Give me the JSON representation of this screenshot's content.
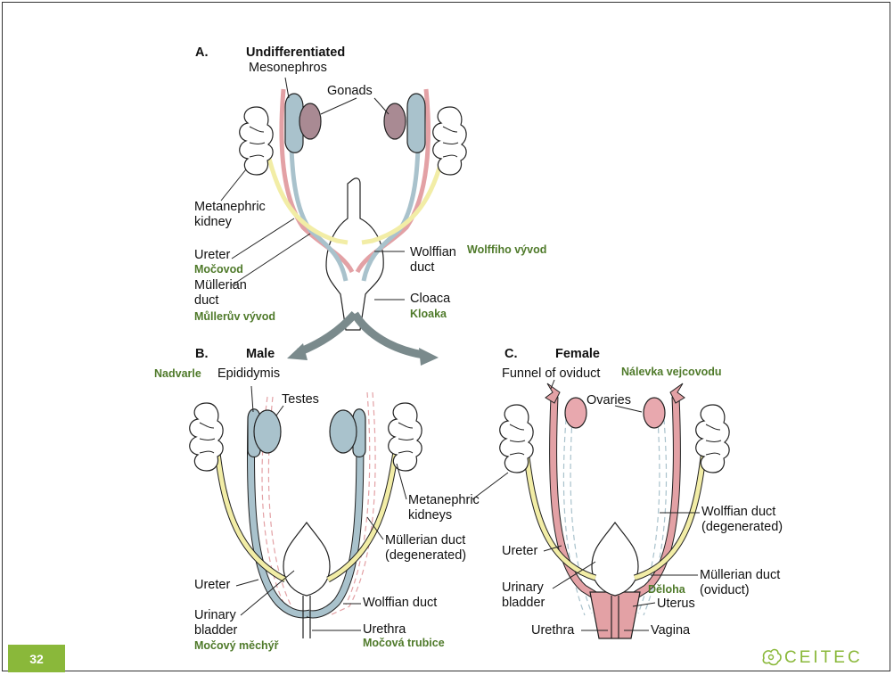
{
  "colors": {
    "wolffian": "#a9c2cc",
    "mullerian": "#e3a1a5",
    "ureter": "#f2eda6",
    "gonad": "#a98a93",
    "ovary": "#e8a8ae",
    "czech_text": "#4f7a2a",
    "accent": "#8ab83a"
  },
  "panelA": {
    "letter": "A.",
    "title": "Undifferentiated",
    "mesonephros": "Mesonephros",
    "gonads": "Gonads",
    "metanephric_1": "Metanephric",
    "metanephric_2": "kidney",
    "ureter": "Ureter",
    "ureter_cz": "Močovod",
    "mullerian_1": "Müllerian",
    "mullerian_2": "duct",
    "mullerian_cz": "Můllerův vývod",
    "wolffian_1": "Wolffian",
    "wolffian_2": "duct",
    "wolffian_cz": "Wolffiho vývod",
    "cloaca": "Cloaca",
    "cloaca_cz": "Kloaka"
  },
  "panelB": {
    "letter": "B.",
    "title": "Male",
    "epididymis": "Epididymis",
    "epididymis_cz": "Nadvarle",
    "testes": "Testes",
    "metanephric_1": "Metanephric",
    "metanephric_2": "kidneys",
    "mullerian_1": "Müllerian duct",
    "mullerian_2": "(degenerated)",
    "ureter": "Ureter",
    "bladder_1": "Urinary",
    "bladder_2": "bladder",
    "bladder_cz": "Močový měchýř",
    "wolffian": "Wolffian duct",
    "urethra": "Urethra",
    "urethra_cz": "Močová trubice"
  },
  "panelC": {
    "letter": "C.",
    "title": "Female",
    "funnel": "Funnel of oviduct",
    "funnel_cz": "Nálevka vejcovodu",
    "ovaries": "Ovaries",
    "wolffian_1": "Wolffian duct",
    "wolffian_2": "(degenerated)",
    "ureter": "Ureter",
    "bladder_1": "Urinary",
    "bladder_2": "bladder",
    "mullerian_1": "Müllerian duct",
    "mullerian_2": "(oviduct)",
    "uterus": "Uterus",
    "uterus_cz": "Děloha",
    "urethra": "Urethra",
    "vagina": "Vagina"
  },
  "footer": {
    "page_number": "32",
    "logo_text": "CEITEC"
  }
}
